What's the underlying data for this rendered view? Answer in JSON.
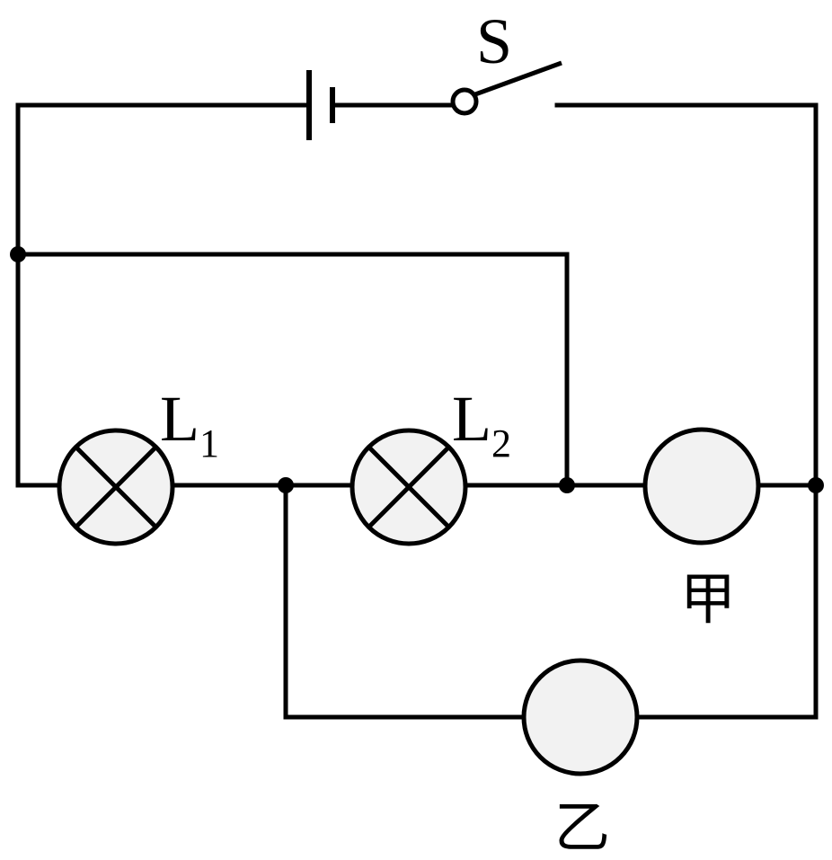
{
  "labels": {
    "switch": "S",
    "lamp1": "L",
    "lamp1_sub": "1",
    "lamp2": "L",
    "lamp2_sub": "2",
    "meter_a": "甲",
    "meter_b": "乙"
  }
}
